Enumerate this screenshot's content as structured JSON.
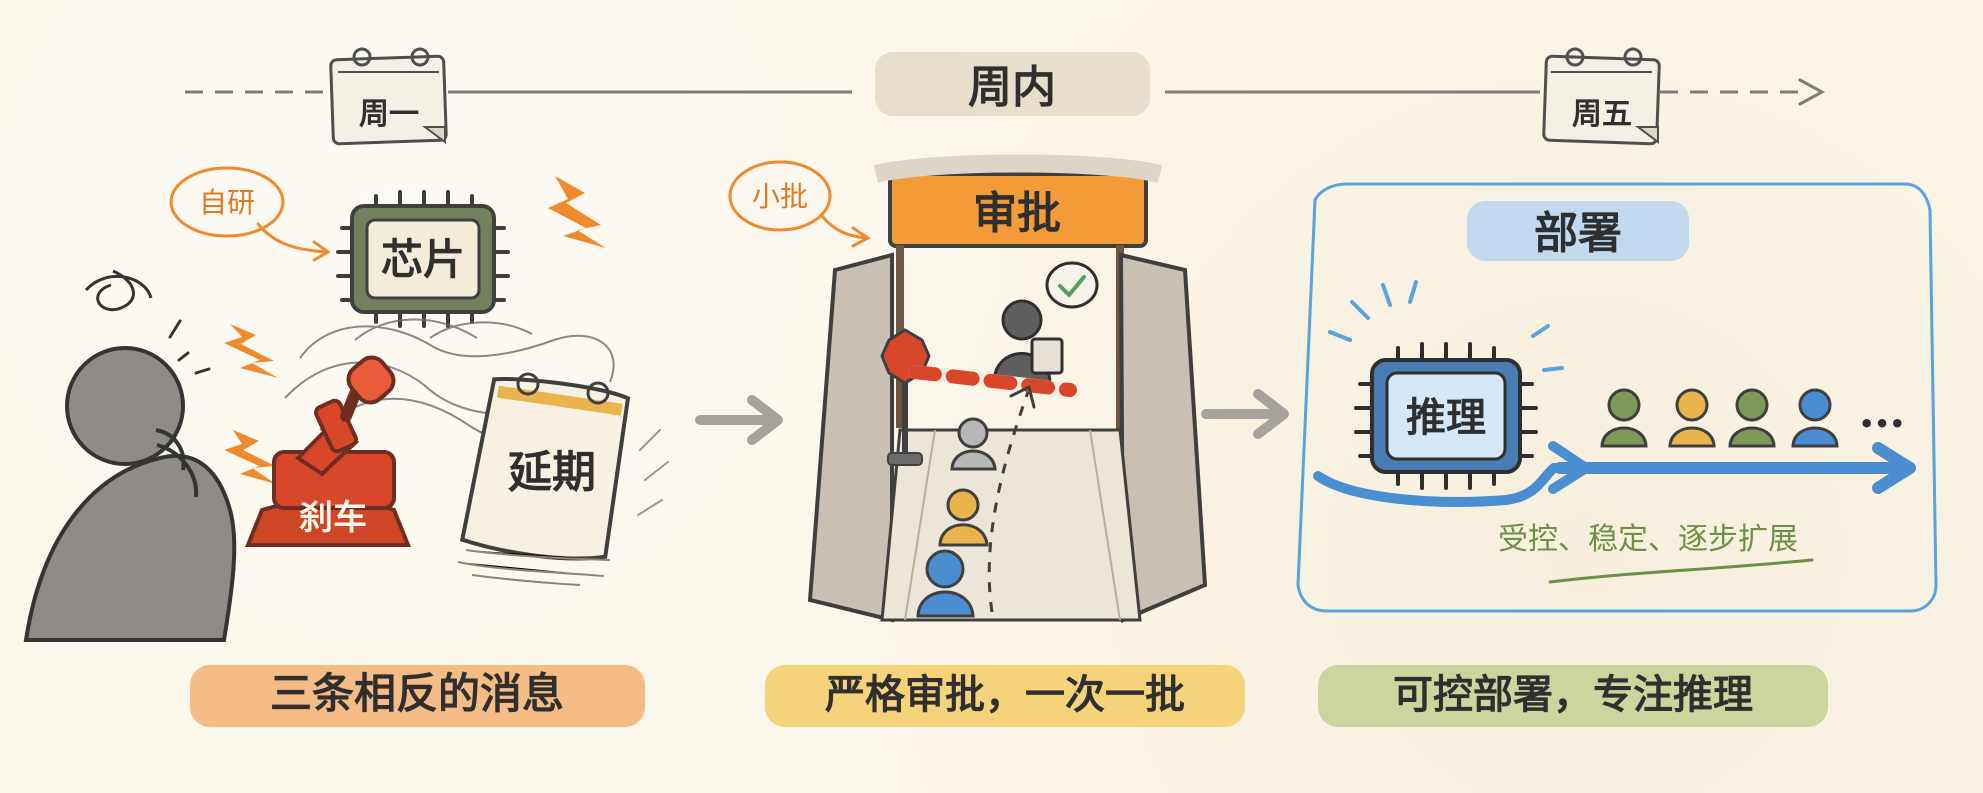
{
  "timeline": {
    "start": "周一",
    "middle": "周内",
    "end": "周五"
  },
  "stage1": {
    "note": "自研",
    "chip": "芯片",
    "brake": "刹车",
    "delay": "延期",
    "caption": "三条相反的消息"
  },
  "stage2": {
    "note": "小批",
    "gate": "审批",
    "caption": "严格审批，一次一批"
  },
  "stage3": {
    "title": "部署",
    "chip": "推理",
    "ellipsis": "•••",
    "subtitle": "受控、稳定、逐步扩展",
    "caption": "可控部署，专注推理"
  },
  "colors": {
    "orange": "#f08a2e",
    "red": "#d9472b",
    "gray": "#8e8b86",
    "green": "#7f9a58",
    "yellow": "#e9b44c",
    "blue": "#4a8ed1"
  }
}
